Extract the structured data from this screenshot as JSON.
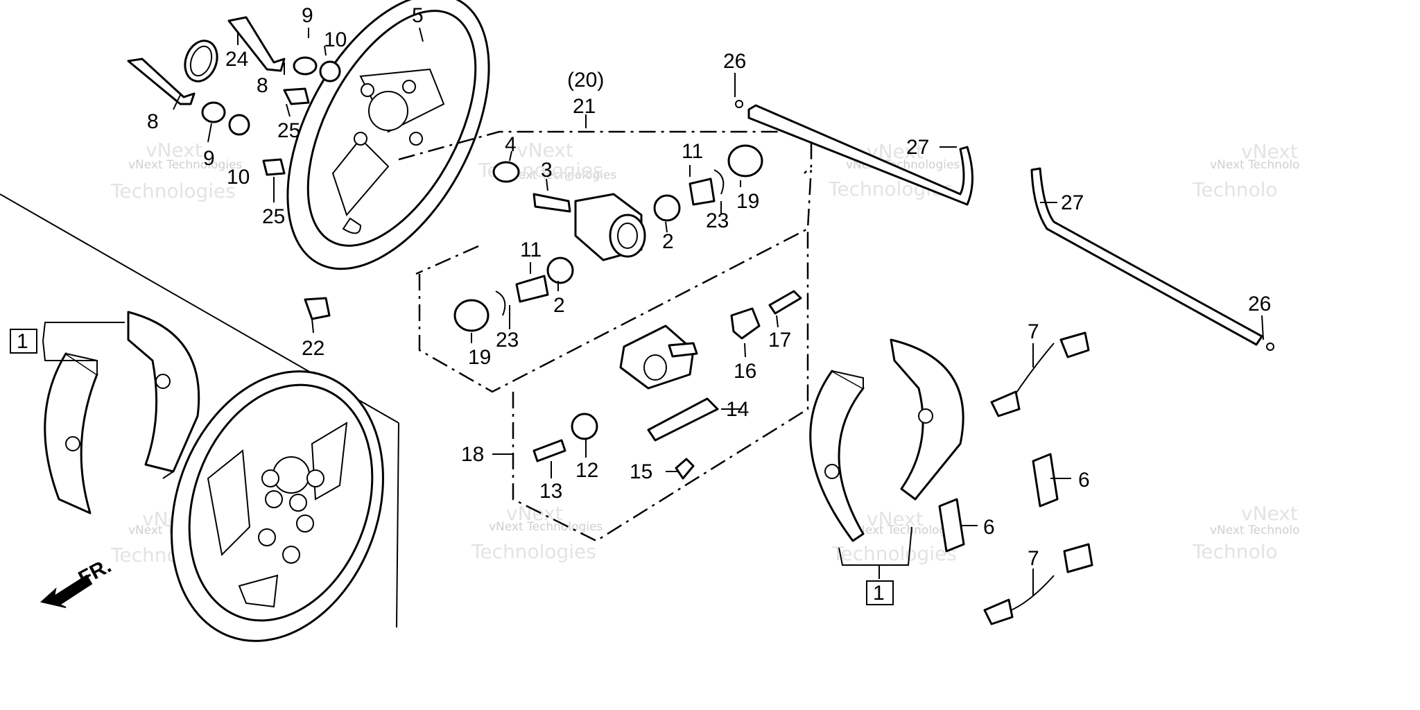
{
  "callouts": {
    "c1a": "1",
    "c1b": "1",
    "c2a": "2",
    "c2b": "2",
    "c3": "3",
    "c4": "4",
    "c5": "5",
    "c6a": "6",
    "c6b": "6",
    "c7a": "7",
    "c7b": "7",
    "c8a": "8",
    "c8b": "8",
    "c9a": "9",
    "c9b": "9",
    "c10a": "10",
    "c10b": "10",
    "c11a": "11",
    "c11b": "11",
    "c12": "12",
    "c13": "13",
    "c14": "14",
    "c15": "15",
    "c16": "16",
    "c17": "17",
    "c18": "18",
    "c19a": "19",
    "c19b": "19",
    "c20": "(20)",
    "c21": "21",
    "c22": "22",
    "c23a": "23",
    "c23b": "23",
    "c24": "24",
    "c25a": "25",
    "c25b": "25",
    "c26a": "26",
    "c26b": "26",
    "c27a": "27",
    "c27b": "27"
  },
  "direction_label": "FR.",
  "watermark": {
    "line1": "vNext Technologies",
    "line2": "vNext",
    "line3": "Technologies",
    "line3_cut": "Technolo",
    "line1_cut": "vNext Technolo"
  }
}
